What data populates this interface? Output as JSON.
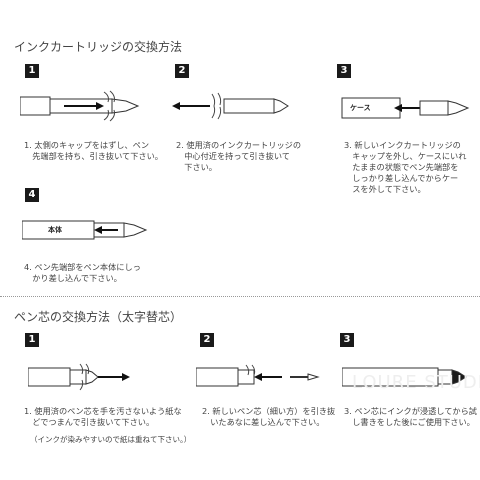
{
  "cartridge_section": {
    "title": "インクカートリッジの交換方法",
    "steps": [
      {
        "number": "1",
        "text": "1. 太側のキャップをはずし、ペン\n　先端部を持ち、引き抜いて下さい。"
      },
      {
        "number": "2",
        "text": "2. 使用済のインクカートリッジの\n　中心付近を持って引き抜いて\n　下さい。"
      },
      {
        "number": "3",
        "text": "3. 新しいインクカートリッジの\n　キャップを外し、ケースにいれ\n　たままの状態でペン先端部を\n　しっかり差し込んでからケー\n　スを外して下さい。",
        "case_label": "ケース"
      },
      {
        "number": "4",
        "text": "4. ペン先端部をペン本体にしっ\n　かり差し込んで下さい。",
        "body_label": "本体"
      }
    ]
  },
  "nib_section": {
    "title": "ペン芯の交換方法（太字替芯）",
    "steps": [
      {
        "number": "1",
        "text": "1. 使用済のペン芯を手を汚さないよう紙な\n　どでつまんで引き抜いて下さい。",
        "note": "（インクが染みやすいので紙は重ねて下さい。）"
      },
      {
        "number": "2",
        "text": "2. 新しいペン芯（細い方）を引き抜\n　いたあなに差し込んで下さい。"
      },
      {
        "number": "3",
        "text": "3. ペン芯にインクが浸透してから試\n　し書きをした後にご使用下さい。"
      }
    ]
  },
  "watermark": "LOURE STUDIO"
}
